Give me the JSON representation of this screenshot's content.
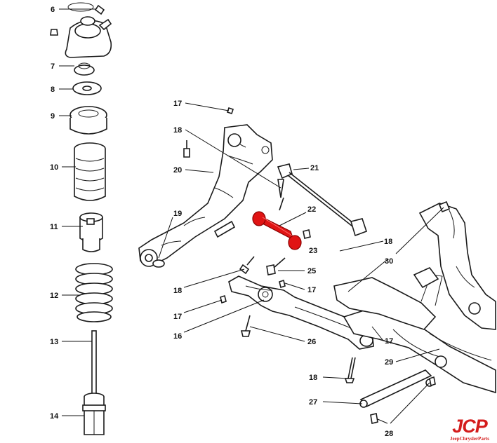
{
  "callouts": {
    "c6": "6",
    "c7": "7",
    "c8": "8",
    "c9": "9",
    "c10": "10",
    "c11": "11",
    "c12": "12",
    "c13": "13",
    "c14": "14",
    "c16": "16",
    "c17a": "17",
    "c17b": "17",
    "c17c": "17",
    "c17d": "17",
    "c18a": "18",
    "c18b": "18",
    "c18c": "18",
    "c18d": "18",
    "c19": "19",
    "c20": "20",
    "c21": "21",
    "c22": "22",
    "c23": "23",
    "c25": "25",
    "c26": "26",
    "c27": "27",
    "c28": "28",
    "c29": "29",
    "c30": "30"
  },
  "highlight": {
    "part_number": "22",
    "color": "#e01414"
  },
  "logo": {
    "mark": "JCP",
    "subtitle": "JeepChryslerParts",
    "color": "#d41c1c"
  }
}
